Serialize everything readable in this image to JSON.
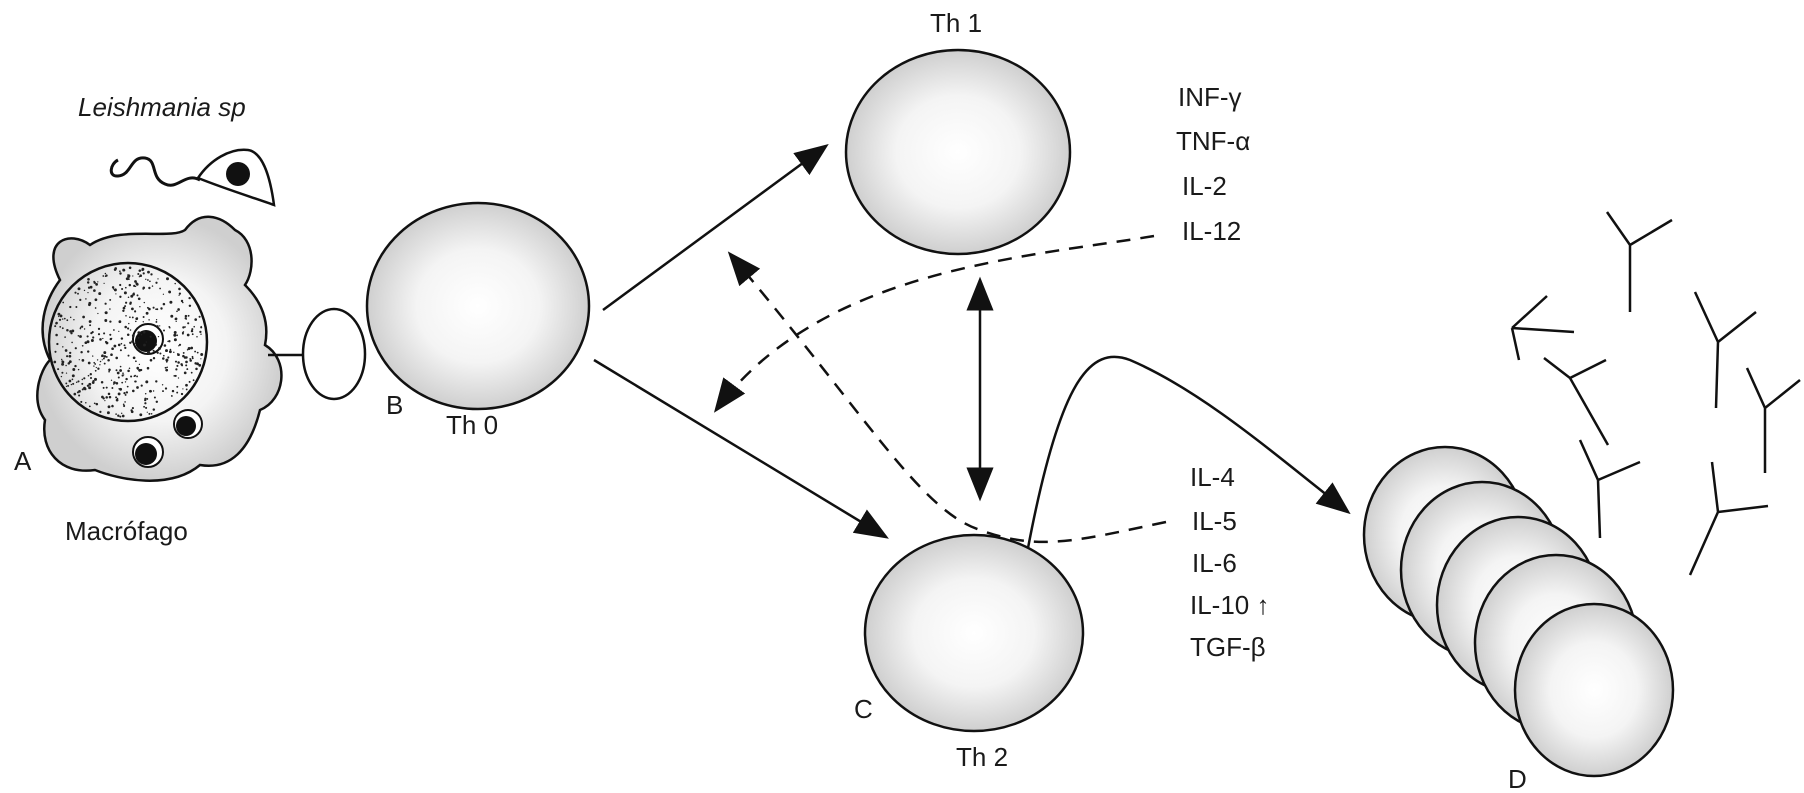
{
  "organism": {
    "label": "Leishmania sp"
  },
  "macrophage": {
    "letter": "A",
    "label": "Macrófago"
  },
  "th0": {
    "letter": "B",
    "label": "Th 0"
  },
  "th1": {
    "label": "Th 1",
    "cytokines": [
      "INF-γ",
      "TNF-α",
      "IL-2",
      "IL-12"
    ]
  },
  "th2": {
    "letter": "C",
    "label": "Th 2",
    "cytokines": [
      "IL-4",
      "IL-5",
      "IL-6",
      "IL-10 ↑",
      "TGF-β"
    ]
  },
  "plasma": {
    "letter": "D"
  }
}
